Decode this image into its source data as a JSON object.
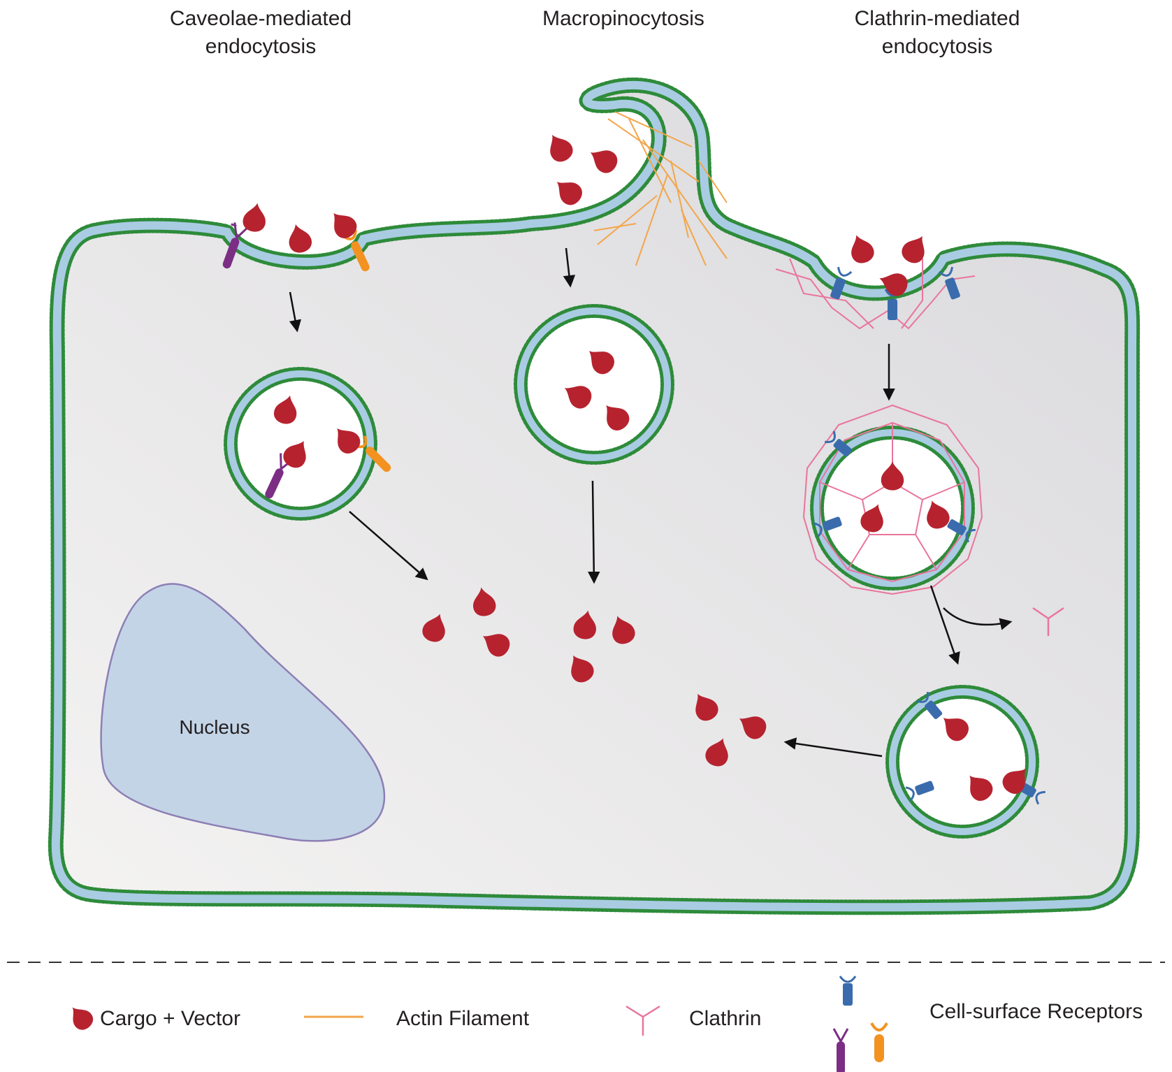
{
  "titles": {
    "caveolae_line1": "Caveolae-mediated",
    "caveolae_line2": "endocytosis",
    "macropinocytosis": "Macropinocytosis",
    "clathrin_line1": "Clathrin-mediated",
    "clathrin_line2": "endocytosis"
  },
  "nucleus_label": "Nucleus",
  "legend": {
    "cargo": "Cargo + Vector",
    "actin": "Actin Filament",
    "clathrin": "Clathrin",
    "receptors": "Cell-surface Receptors"
  },
  "colors": {
    "membrane_outer": "#2e8b3a",
    "membrane_core": "#a9cce3",
    "cytoplasm": "#e6e5e6",
    "nucleus_fill": "#c3d4e6",
    "nucleus_stroke": "#8d7fb5",
    "cargo": "#b6232f",
    "actin": "#f3a64a",
    "clathrin": "#e9759b",
    "receptor_blue": "#3a6cad",
    "receptor_purple": "#7b2e84",
    "receptor_orange": "#f39220",
    "arrow": "#111111"
  }
}
